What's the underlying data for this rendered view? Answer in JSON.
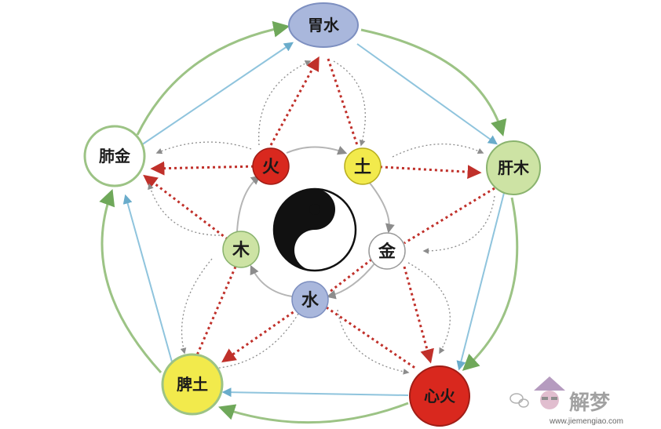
{
  "outer_nodes": {
    "wei": {
      "label": "胃水",
      "fill": "#a9b7dc"
    },
    "gan": {
      "label": "肝木",
      "fill": "#cde3a4"
    },
    "xin": {
      "label": "心火",
      "fill": "#d9281e"
    },
    "pi": {
      "label": "脾土",
      "fill": "#f2ea4c"
    },
    "fei": {
      "label": "肺金",
      "fill": "#ffffff"
    }
  },
  "inner_nodes": {
    "huo": {
      "label": "火",
      "fill": "#d9281e"
    },
    "tu": {
      "label": "土",
      "fill": "#f2ea4c"
    },
    "jin": {
      "label": "金",
      "fill": "#ffffff"
    },
    "shui": {
      "label": "水",
      "fill": "#a9b7dc"
    },
    "mu": {
      "label": "木",
      "fill": "#cde3a4"
    }
  },
  "colors": {
    "outer_ring": "#9cc385",
    "blue_line": "#8fc4dd",
    "red_arrow": "#c0302a",
    "grey_arc": "#9a9a9a",
    "yinyang_dark": "#111111"
  },
  "watermark": {
    "text": "解梦",
    "url": "www.jiemengiao.com"
  }
}
